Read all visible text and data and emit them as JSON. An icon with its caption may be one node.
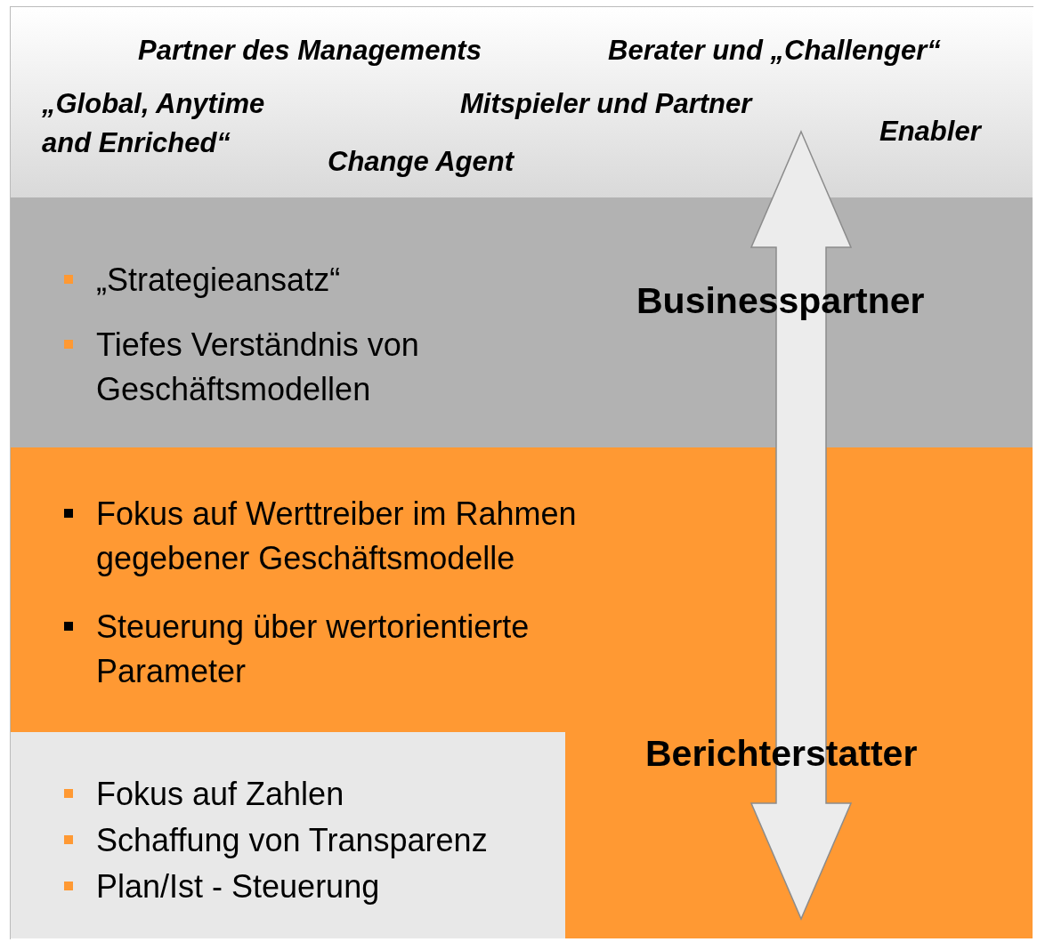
{
  "diagram": {
    "nodes": [
      {
        "text": [
          "Partner des Managements",
          "Berater und „Challenger“",
          "„Global, Anytime and Enriched“",
          "Mitspieler und Partner",
          "Enabler",
          "Change Agent"
        ]
      },
      {
        "text": [
          "„Strategieansatz“",
          "Tiefes Verständnis von Geschäftsmodellen",
          "Businesspartner"
        ]
      },
      {
        "text": [
          "Fokus auf Werttreiber im Rahmen gegebener Geschäftsmodelle",
          "Steuerung über wertorientierte Parameter",
          "Berichterstatter"
        ]
      },
      {
        "text": [
          "Fokus auf Zahlen",
          "Schaffung von Transparenz",
          "Plan/Ist - Steuerung"
        ],
        "in": 2
      }
    ]
  }
}
